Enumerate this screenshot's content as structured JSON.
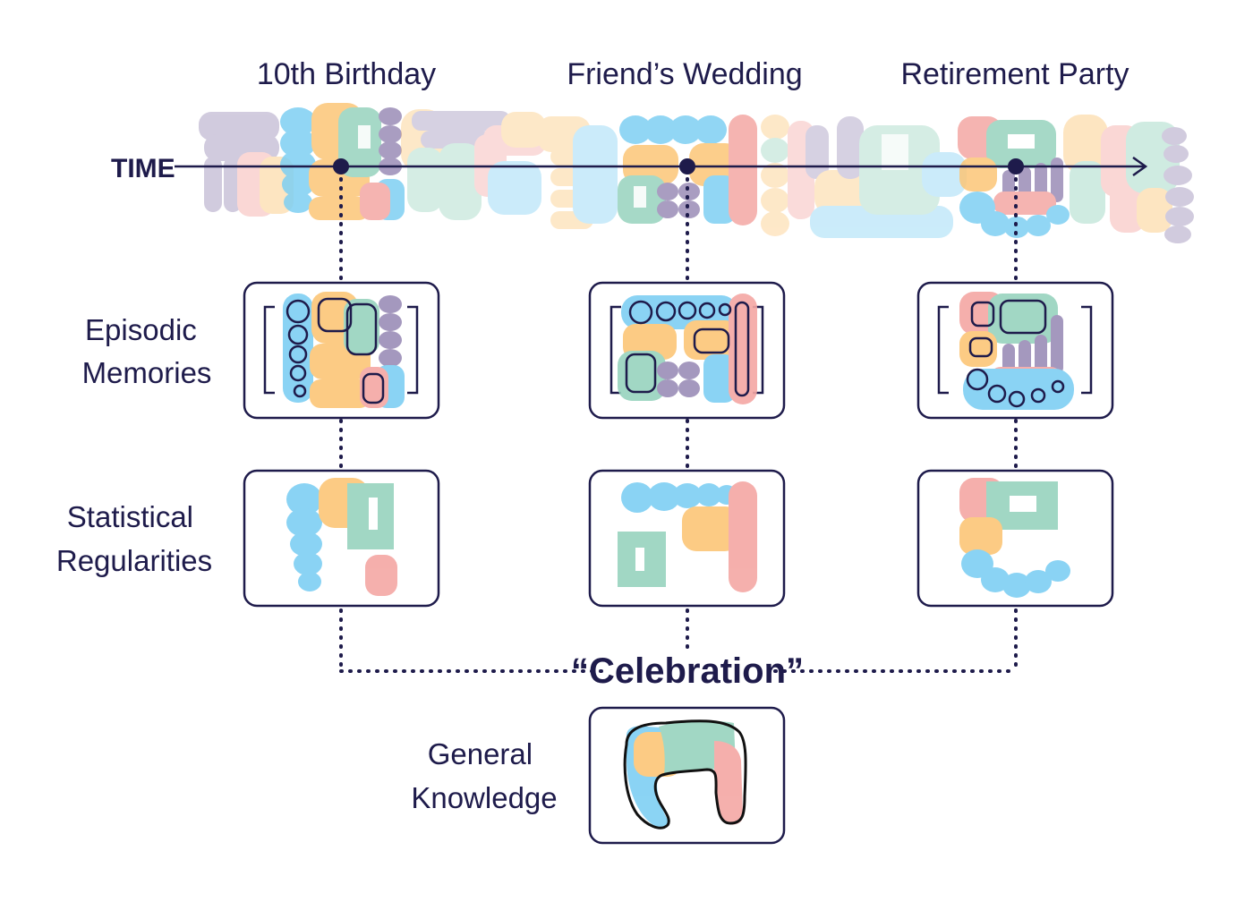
{
  "timeline": {
    "label": "TIME",
    "events": [
      "10th Birthday",
      "Friend’s Wedding",
      "Retirement Party"
    ]
  },
  "rows": {
    "episodic": [
      "Episodic",
      "Memories"
    ],
    "statistical": [
      "Statistical",
      "Regularities"
    ],
    "general": [
      "General",
      "Knowledge"
    ]
  },
  "concept": "“Celebration”",
  "colors": {
    "blue": "#7ecff3",
    "orange": "#fcc677",
    "green": "#97d3be",
    "red": "#f4a7a4",
    "purple": "#9b8db7",
    "ink": "#1e1b4b"
  }
}
